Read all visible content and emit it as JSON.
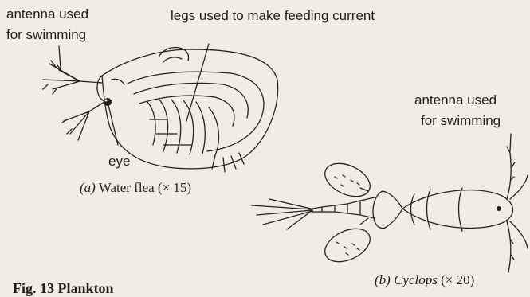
{
  "labels": {
    "antenna_a_line1": "antenna used",
    "antenna_a_line2": "for swimming",
    "legs": "legs used to make feeding current",
    "eye": "eye",
    "antenna_b_line1": "antenna used",
    "antenna_b_line2": "for swimming"
  },
  "captions": {
    "a_letter": "(a)",
    "a_text": " Water flea (× 15)",
    "b_letter": "(b)",
    "b_name": " Cyclops",
    "b_scale": " (× 20)",
    "figure": "Fig. 13   Plankton"
  }
}
